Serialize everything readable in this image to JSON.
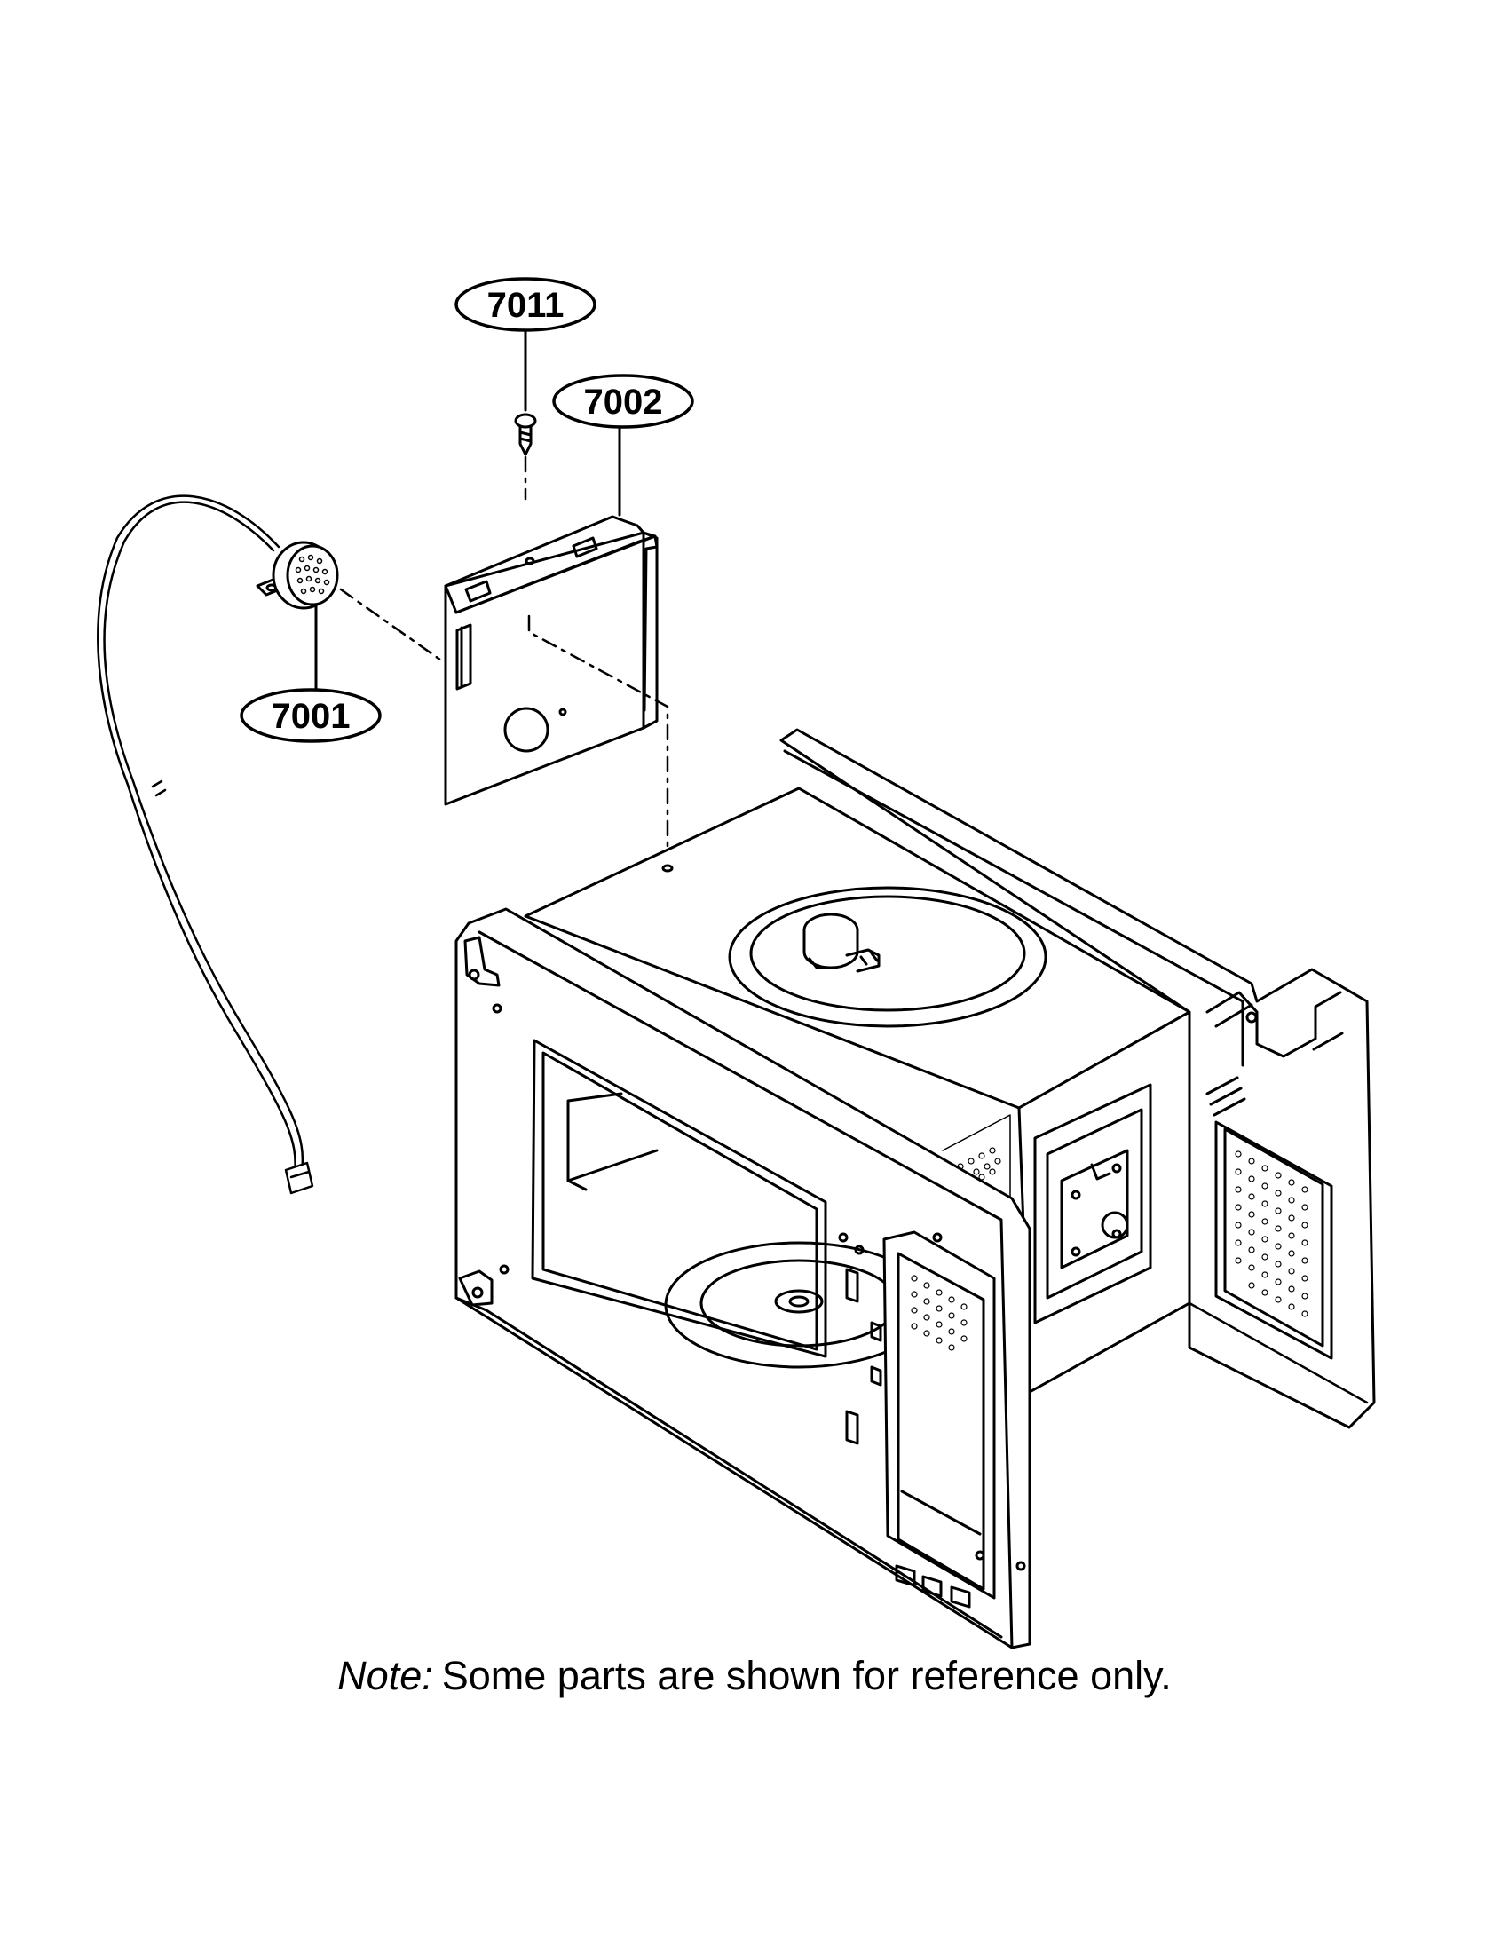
{
  "callouts": {
    "part_7011": "7011",
    "part_7002": "7002",
    "part_7001": "7001"
  },
  "note": {
    "label": "Note:",
    "text": "Some parts are shown for reference only."
  },
  "colors": {
    "line": "#000000",
    "background": "#ffffff"
  }
}
